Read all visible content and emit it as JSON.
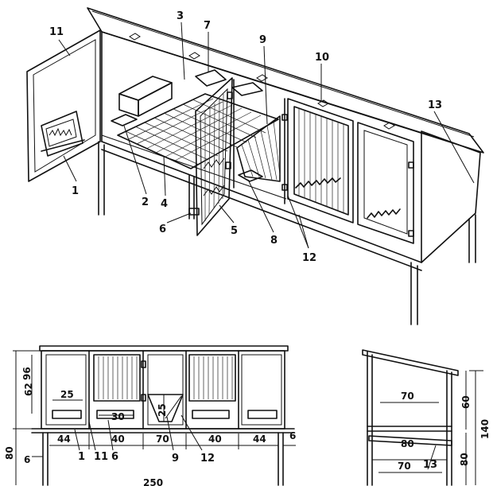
{
  "perspective_labels": [
    {
      "id": "p11",
      "text": "11"
    },
    {
      "id": "p3",
      "text": "3"
    },
    {
      "id": "p7",
      "text": "7"
    },
    {
      "id": "p9",
      "text": "9"
    },
    {
      "id": "p10",
      "text": "10"
    },
    {
      "id": "p13",
      "text": "13"
    },
    {
      "id": "p1",
      "text": "1"
    },
    {
      "id": "p2",
      "text": "2"
    },
    {
      "id": "p4",
      "text": "4"
    },
    {
      "id": "p6",
      "text": "6"
    },
    {
      "id": "p5",
      "text": "5"
    },
    {
      "id": "p8",
      "text": "8"
    },
    {
      "id": "p12",
      "text": "12"
    }
  ],
  "front_view": {
    "dim_96": "96",
    "dim_62": "62",
    "dim_80": "80",
    "dim_6_left": "6",
    "dim_6_right": "6",
    "dim_25_feeder": "25",
    "dim_30": "30",
    "dim_25_hay": "25",
    "bottom_dims": [
      "44",
      "40",
      "70",
      "40",
      "44"
    ],
    "part_labels": [
      "1",
      "11",
      "6",
      "9",
      "12"
    ],
    "total_partial": "250"
  },
  "side_view": {
    "dim_70_top": "70",
    "dim_60": "60",
    "dim_140": "140",
    "dim_80_diag": "80",
    "dim_13": "13",
    "dim_80_right": "80",
    "dim_70_bottom": "70"
  }
}
